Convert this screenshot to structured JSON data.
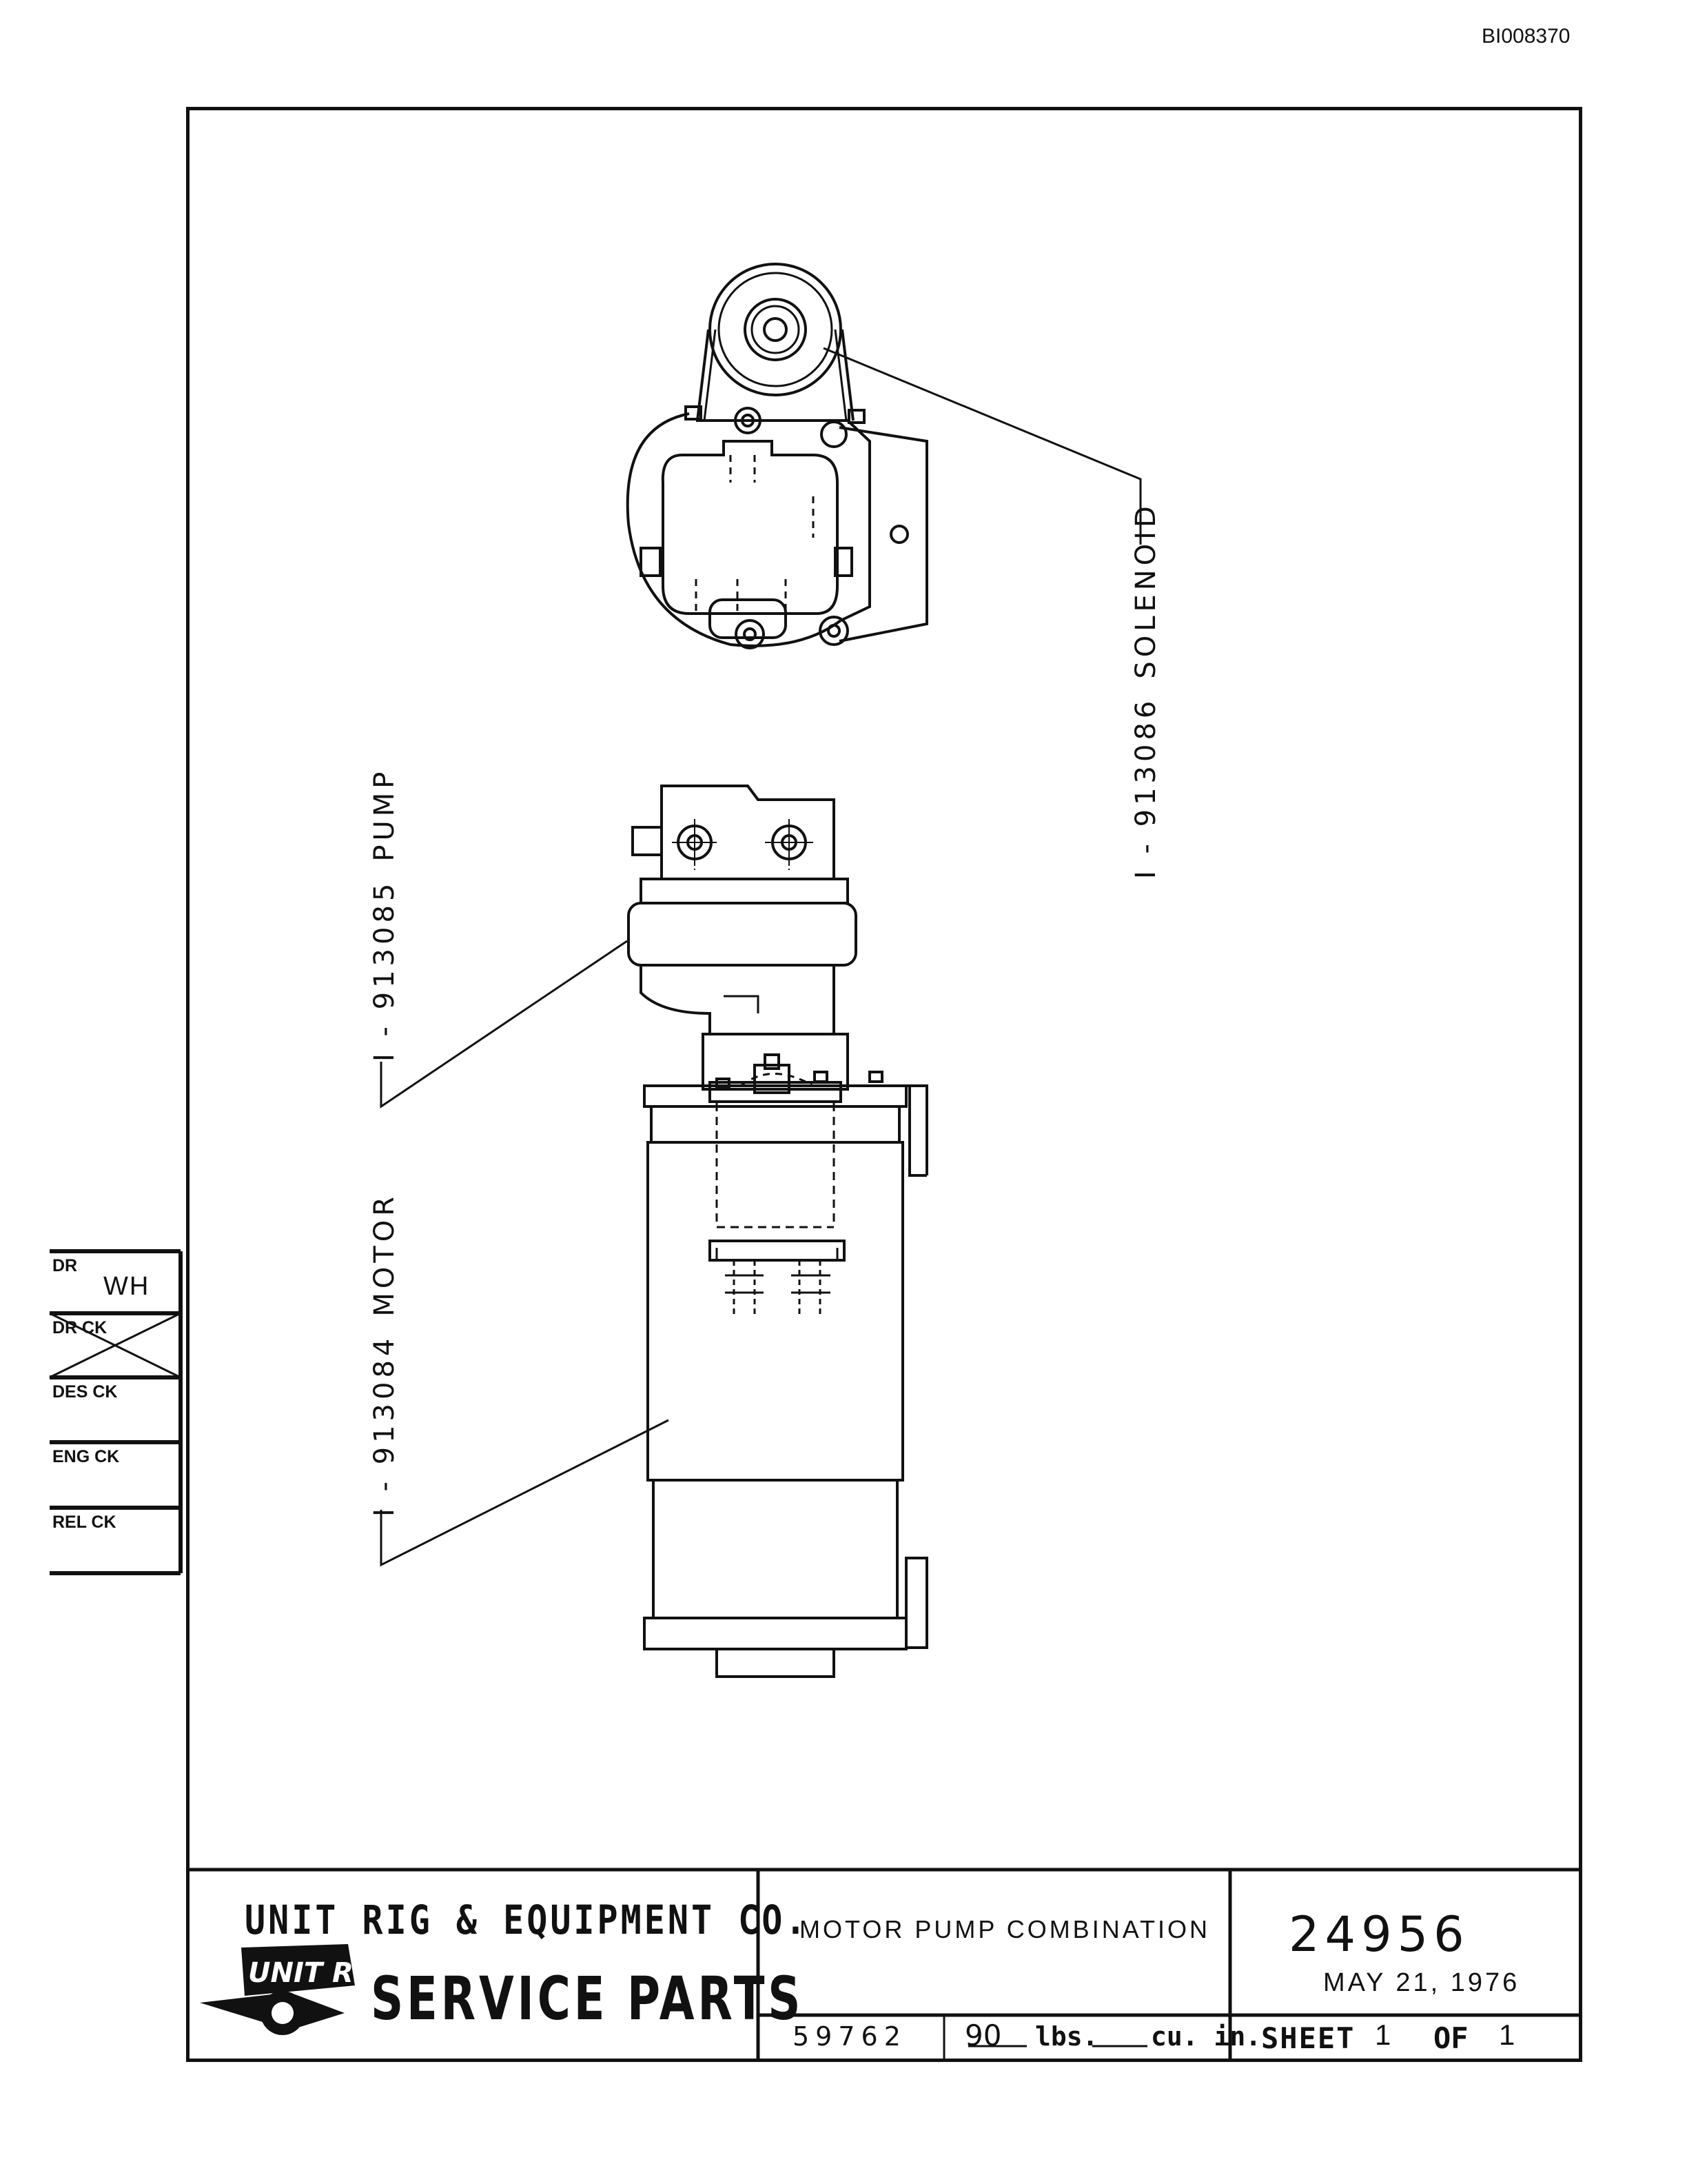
{
  "document_id": "BI008370",
  "callouts": [
    {
      "number": "I - 913086",
      "label": "SOLENOID"
    },
    {
      "number": "I - 913085",
      "label": "PUMP"
    },
    {
      "number": "I - 913084",
      "label": "MOTOR"
    }
  ],
  "approvals": [
    {
      "label": "DR",
      "value": "WH"
    },
    {
      "label": "DR CK",
      "value": ""
    },
    {
      "label": "DES CK",
      "value": ""
    },
    {
      "label": "ENG CK",
      "value": ""
    },
    {
      "label": "REL CK",
      "value": ""
    }
  ],
  "title_block": {
    "company": "UNIT RIG & EQUIPMENT CO.",
    "logo_text": "UNIT RIG",
    "service_parts": "SERVICE PARTS",
    "description": "MOTOR PUMP COMBINATION",
    "drawing_number": "24956",
    "date": "MAY 21, 1976",
    "part_number": "59762",
    "weight": "90",
    "weight_unit": "lbs.",
    "volume_unit": "cu. in.",
    "sheet_label": "SHEET",
    "sheet_number": "1",
    "of_label": "OF",
    "sheet_total": "1"
  }
}
